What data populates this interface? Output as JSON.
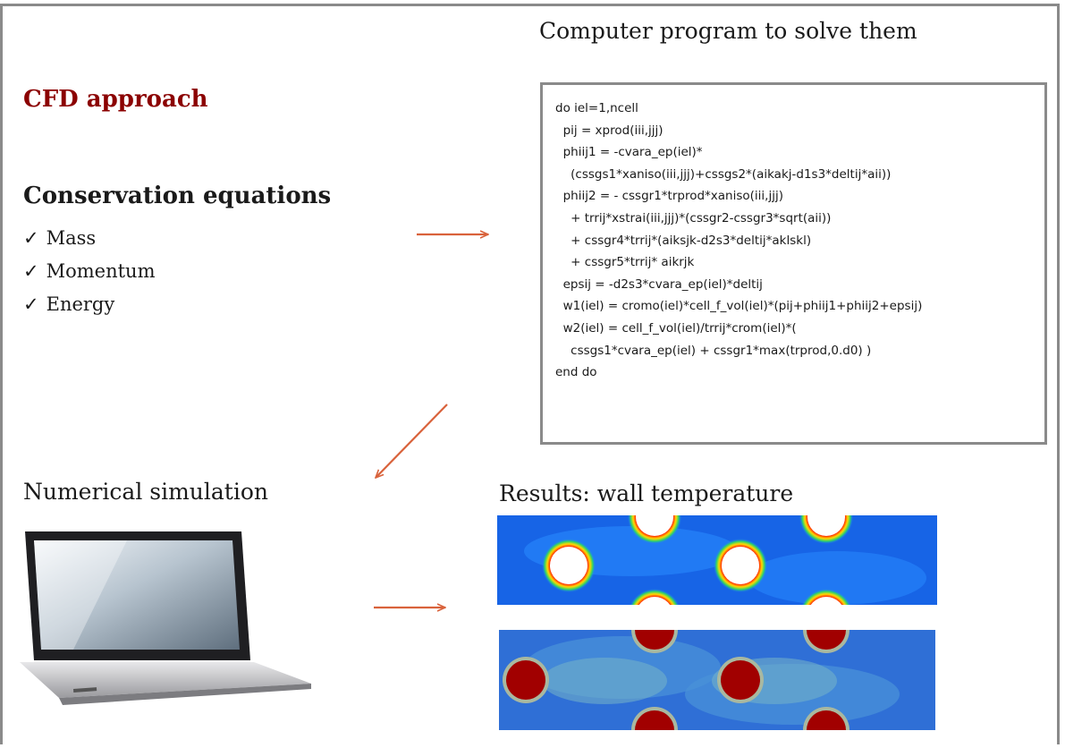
{
  "top_title": "Computer program to solve them",
  "cfd_title": "CFD approach",
  "conservation_title": "Conservation equations",
  "check_symbol": "✓",
  "equations": [
    "Mass",
    "Momentum",
    "Energy"
  ],
  "code_lines": [
    "do iel=1,ncell",
    "  pij = xprod(iii,jjj)",
    "  phiij1 = -cvara_ep(iel)*",
    "    (cssgs1*xaniso(iii,jjj)+cssgs2*(aikakj-d1s3*deltij*aii))",
    "  phiij2 = - cssgr1*trprod*xaniso(iii,jjj)",
    "    + trrij*xstrai(iii,jjj)*(cssgr2-cssgr3*sqrt(aii))",
    "    + cssgr4*trrij*(aiksjk-d2s3*deltij*aklskl)",
    "    + cssgr5*trrij* aikrjk",
    "  epsij = -d2s3*cvara_ep(iel)*deltij",
    "  w1(iel) = cromo(iel)*cell_f_vol(iel)*(pij+phiij1+phiij2+epsij)",
    "  w2(iel) = cell_f_vol(iel)/trrij*crom(iel)*(",
    "    cssgs1*cvara_ep(iel) + cssgr1*max(trprod,0.d0) )",
    "end do"
  ],
  "numerical_title": "Numerical simulation",
  "results_title": "Results: wall temperature",
  "colors": {
    "accent": "#8b0000",
    "arrow": "#d9623b",
    "frame": "#8a8a8a"
  },
  "icons": [
    "laptop-image",
    "arrow-right",
    "arrow-down-left"
  ]
}
